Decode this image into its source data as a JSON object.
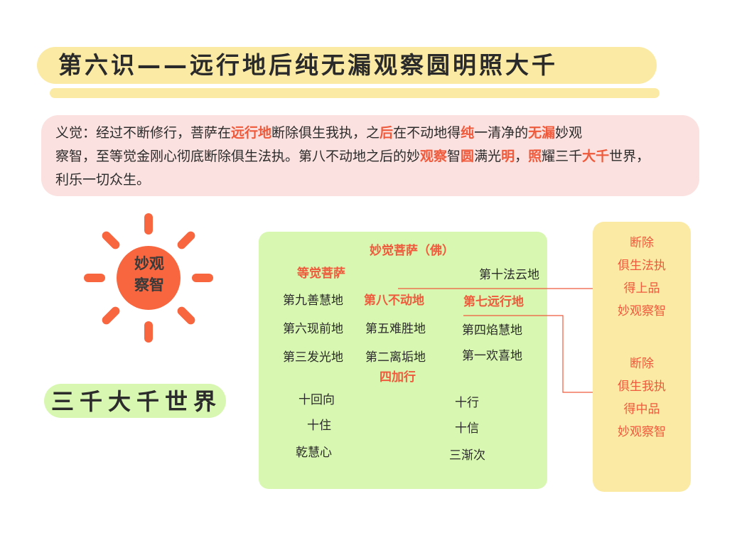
{
  "title": "第六识——远行地后纯无漏观察圆明照大千",
  "definition": {
    "lines": [
      [
        {
          "t": "义觉：经过不断修行，菩萨在",
          "hl": false
        },
        {
          "t": "远行地",
          "hl": true
        },
        {
          "t": "断除俱生我执，之",
          "hl": false
        },
        {
          "t": "后",
          "hl": true
        },
        {
          "t": "在不动地得",
          "hl": false
        },
        {
          "t": "纯",
          "hl": true
        },
        {
          "t": "一清净的",
          "hl": false
        },
        {
          "t": "无漏",
          "hl": true
        },
        {
          "t": "妙观",
          "hl": false
        }
      ],
      [
        {
          "t": "察智，至等觉金刚心彻底断除俱生法执。第八不动地之后的妙",
          "hl": false
        },
        {
          "t": "观察",
          "hl": true
        },
        {
          "t": "智",
          "hl": false
        },
        {
          "t": "圆",
          "hl": true
        },
        {
          "t": "满光",
          "hl": false
        },
        {
          "t": "明",
          "hl": true
        },
        {
          "t": "，",
          "hl": false
        },
        {
          "t": "照",
          "hl": true
        },
        {
          "t": "耀三千",
          "hl": false
        },
        {
          "t": "大千",
          "hl": true
        },
        {
          "t": "世界，",
          "hl": false
        }
      ],
      [
        {
          "t": "利乐一切众生。",
          "hl": false
        }
      ]
    ]
  },
  "sun": {
    "line1": "妙观",
    "line2": "察智"
  },
  "worlds": "三千大千世界",
  "stages": {
    "buddha": "妙觉菩萨（佛）",
    "equal": "等觉菩萨",
    "tenth": "第十法云地",
    "ninth": "第九善慧地",
    "eighth": "第八不动地",
    "seventh": "第七远行地",
    "sixth": "第六现前地",
    "fifth": "第五难胜地",
    "fourth": "第四焰慧地",
    "third": "第三发光地",
    "second": "第二离垢地",
    "first": "第一欢喜地",
    "four_prep": "四加行",
    "ten_dedications": "十回向",
    "ten_practices": "十行",
    "ten_abidings": "十住",
    "ten_faiths": "十信",
    "dry_wisdom": "乾慧心",
    "three_gradual": "三渐次"
  },
  "right_panel": {
    "upper": [
      "断除",
      "俱生法执",
      "得上品",
      "妙观察智"
    ],
    "lower": [
      "断除",
      "俱生我执",
      "得中品",
      "妙观察智"
    ]
  },
  "colors": {
    "accent_red": "#ef5a3c",
    "title_yellow": "#fbeaa4",
    "def_pink": "#fbe1df",
    "box_green": "#d8f7b1",
    "sun_orange": "#f7663f"
  }
}
